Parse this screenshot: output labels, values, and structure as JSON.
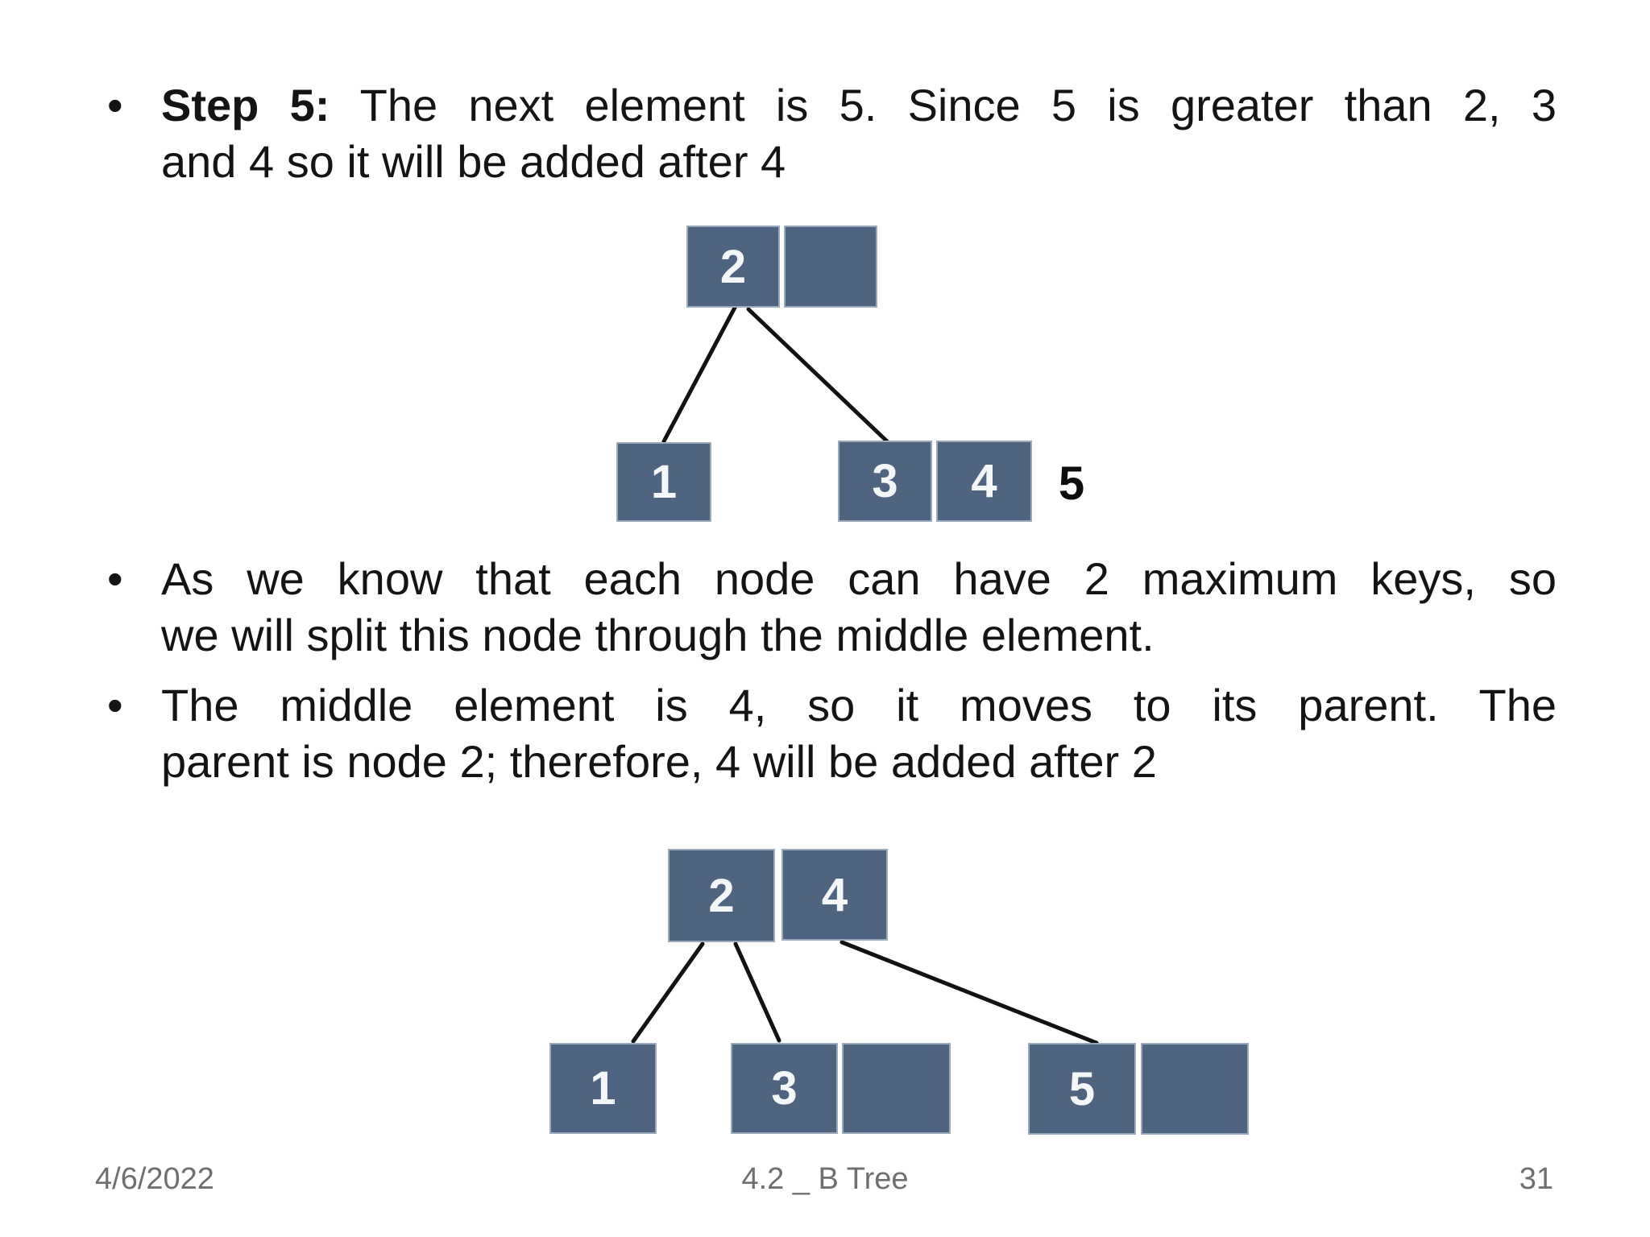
{
  "theme": {
    "node_fill": "#4f6480",
    "node_border": "#9cabbc",
    "edge_color": "#121212",
    "body_text_color": "#141414",
    "footer_text_color": "#6f6f6f",
    "background": "#ffffff",
    "node_text_color": "#f4f7fa"
  },
  "slide": {
    "bullet_char": "•",
    "bullets": [
      {
        "bold_prefix": "Step 5:",
        "line1": "The next element is 5. Since 5 is greater than 2, 3",
        "line2": "and 4 so it will be added after 4"
      },
      {
        "line1": "As we know that each node can have 2 maximum keys, so",
        "line2": "we will split this node through the middle element."
      },
      {
        "line1": "The middle element is 4, so it moves to its parent. The",
        "line2": "parent is node 2; therefore, 4 will be added after 2"
      }
    ],
    "tree1": {
      "root_cells": [
        "2",
        ""
      ],
      "left_child_cells": [
        "1"
      ],
      "right_child_cells": [
        "3",
        "4"
      ],
      "pending_key": "5"
    },
    "tree2": {
      "root_cells": [
        "2",
        "4"
      ],
      "left_child_cells": [
        "1"
      ],
      "middle_child_cells": [
        "3",
        ""
      ],
      "right_child_cells": [
        "5",
        ""
      ]
    },
    "footer": {
      "date": "4/6/2022",
      "title": "4.2 _ B Tree",
      "page_number": "31"
    }
  }
}
